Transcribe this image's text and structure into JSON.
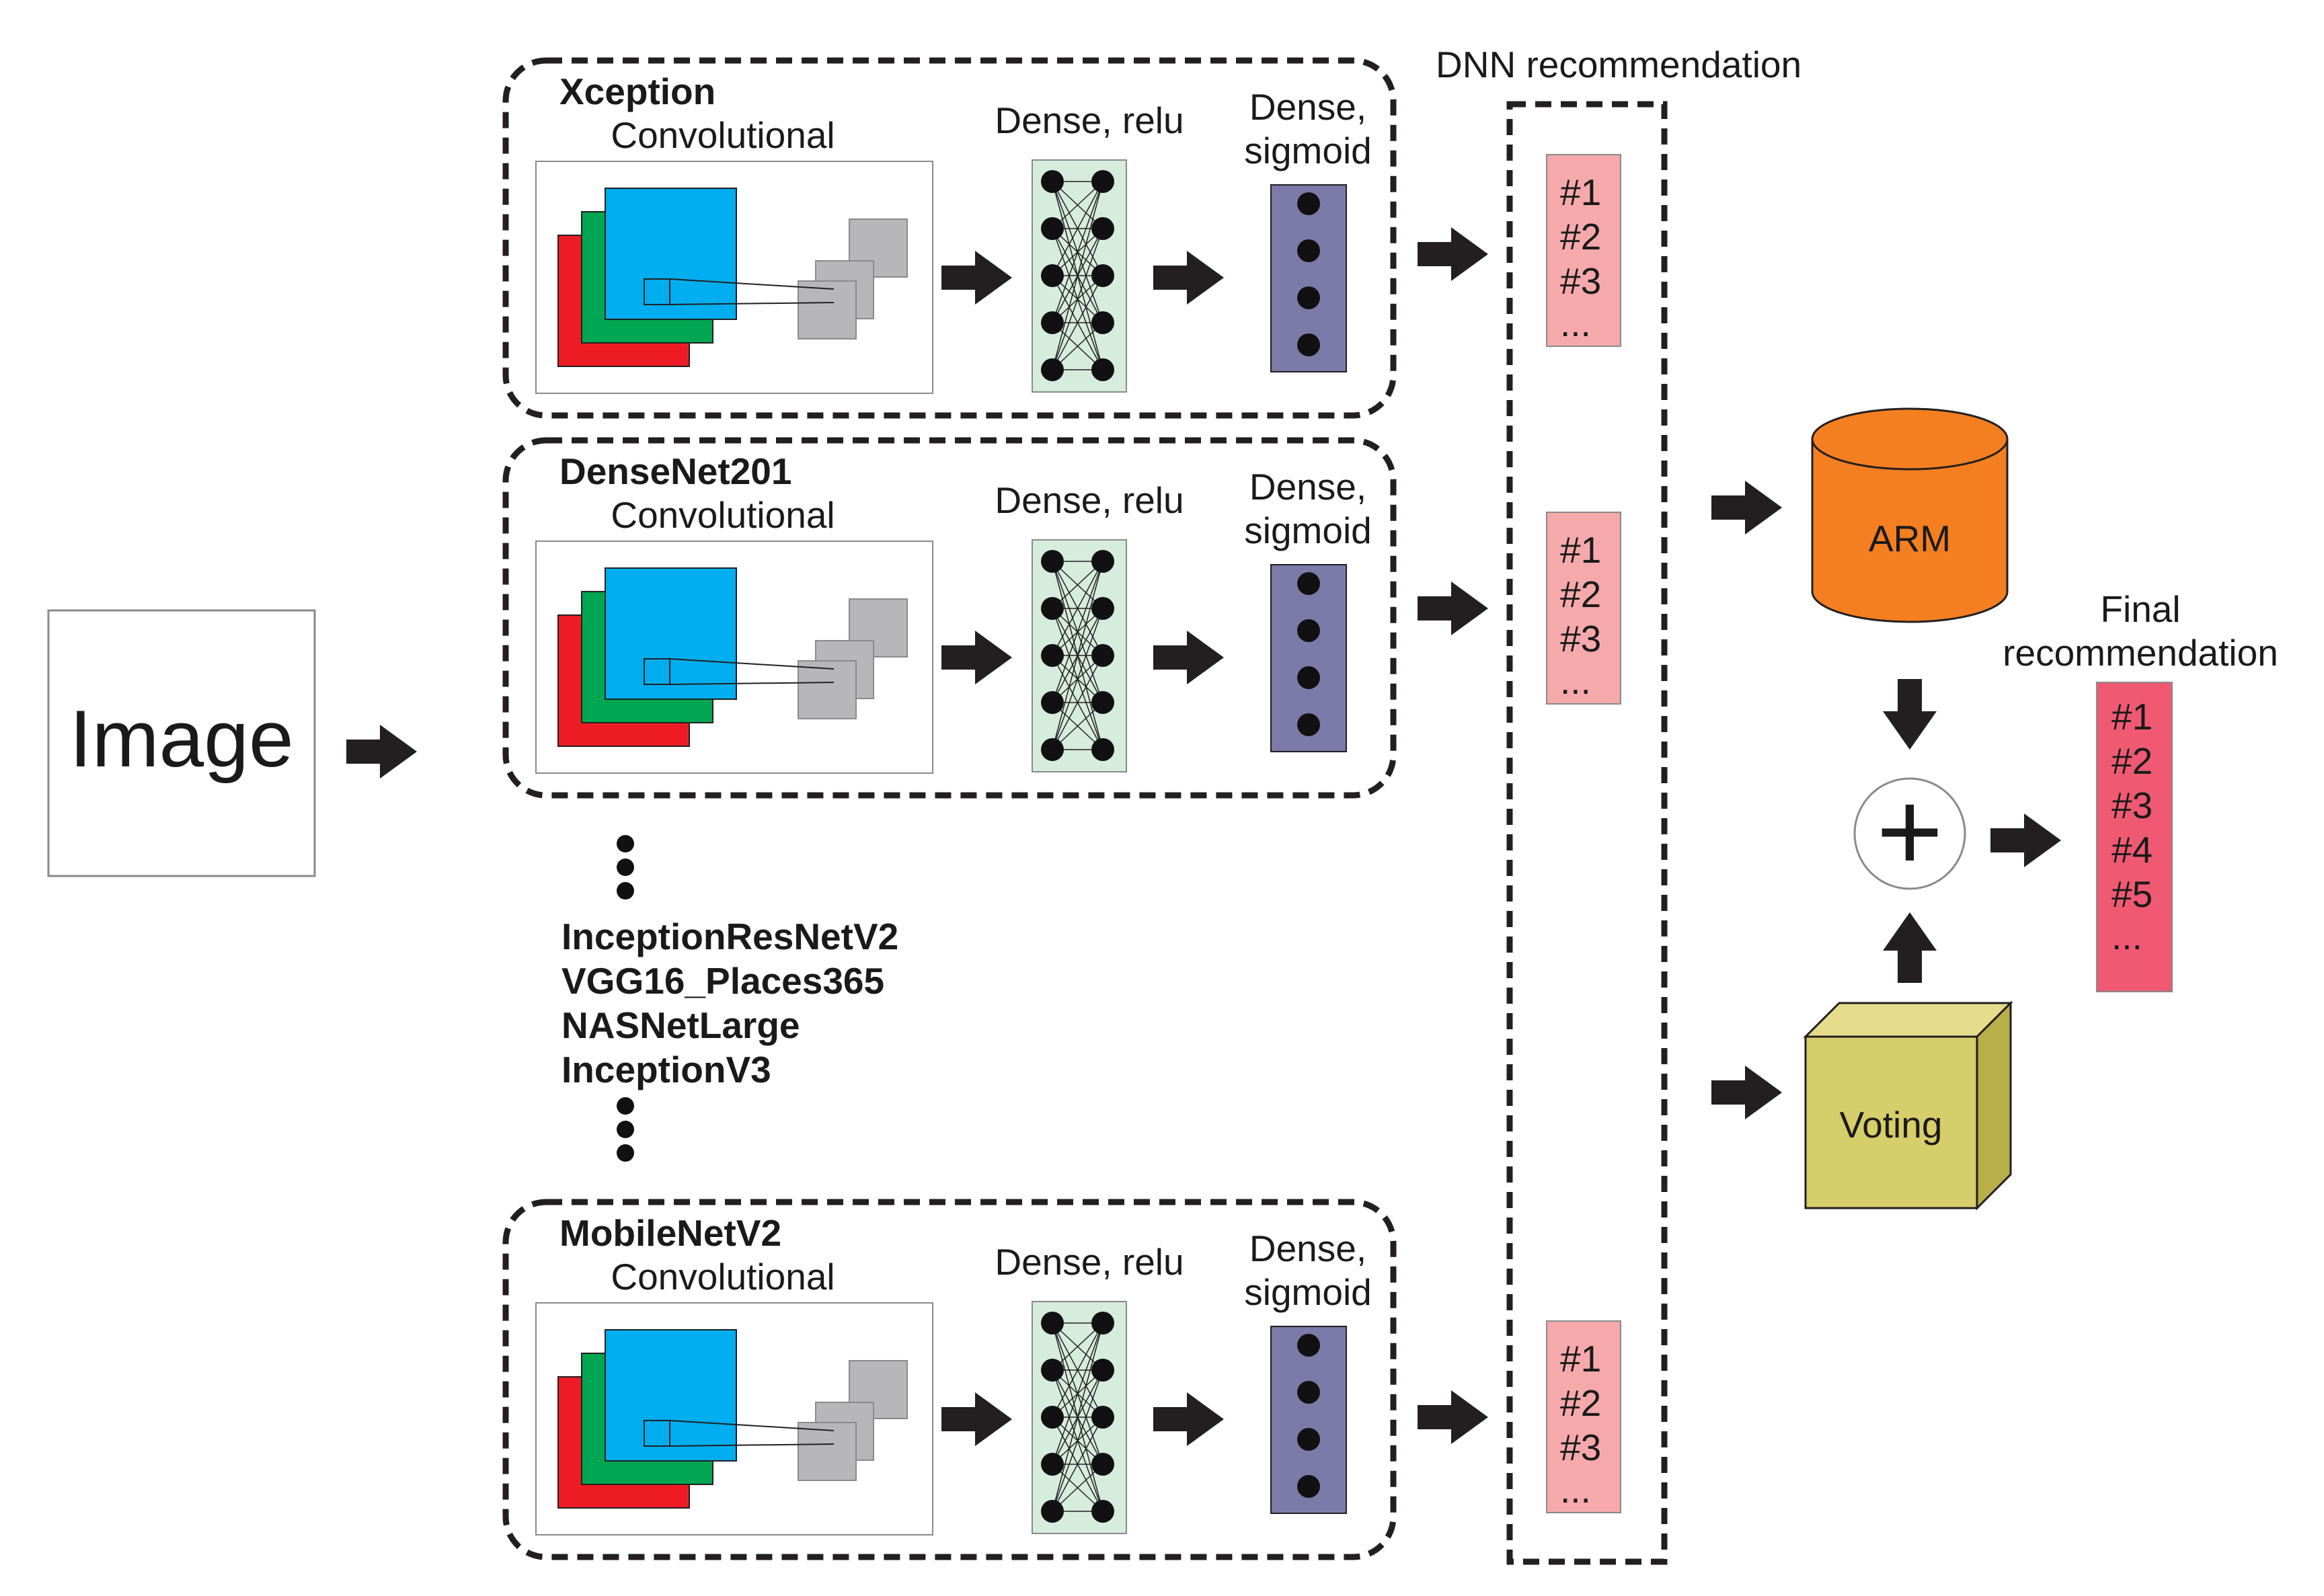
{
  "input": {
    "label": "Image"
  },
  "modules": [
    {
      "name": "Xception",
      "conv_label": "Convolutional",
      "dense_relu_label": "Dense, relu",
      "dense_sigmoid_label": [
        "Dense,",
        "sigmoid"
      ]
    },
    {
      "name": "DenseNet201",
      "conv_label": "Convolutional",
      "dense_relu_label": "Dense, relu",
      "dense_sigmoid_label": [
        "Dense,",
        "sigmoid"
      ]
    },
    {
      "name": "MobileNetV2",
      "conv_label": "Convolutional",
      "dense_relu_label": "Dense, relu",
      "dense_sigmoid_label": [
        "Dense,",
        "sigmoid"
      ]
    }
  ],
  "other_models": [
    "InceptionResNetV2",
    "VGG16_Places365",
    "NASNetLarge",
    "InceptionV3"
  ],
  "dnn_recommendation": {
    "title": "DNN recommendation",
    "lists": [
      [
        "#1",
        "#2",
        "#3",
        "..."
      ],
      [
        "#1",
        "#2",
        "#3",
        "..."
      ],
      [
        "#1",
        "#2",
        "#3",
        "..."
      ]
    ]
  },
  "arm": {
    "label": "ARM"
  },
  "voting": {
    "label": "Voting"
  },
  "combine": {
    "symbol": "+"
  },
  "final": {
    "title": [
      "Final",
      "recommendation"
    ],
    "items": [
      "#1",
      "#2",
      "#3",
      "#4",
      "#5",
      "..."
    ]
  },
  "colors": {
    "feature_map_red": "#ed1c24",
    "feature_map_green": "#00a651",
    "feature_map_blue": "#00aeef",
    "feature_map_gray": "#b7b7b9",
    "dense_relu_fill": "#d6ecdc",
    "dense_sigmoid_fill": "#7c7aa8",
    "dnn_list_fill": "#f5a9ab",
    "arm_fill": "#f47f20",
    "voting_fill": "#d6cd6b",
    "final_list_fill": "#ef5a72",
    "arrow": "#231f20"
  }
}
